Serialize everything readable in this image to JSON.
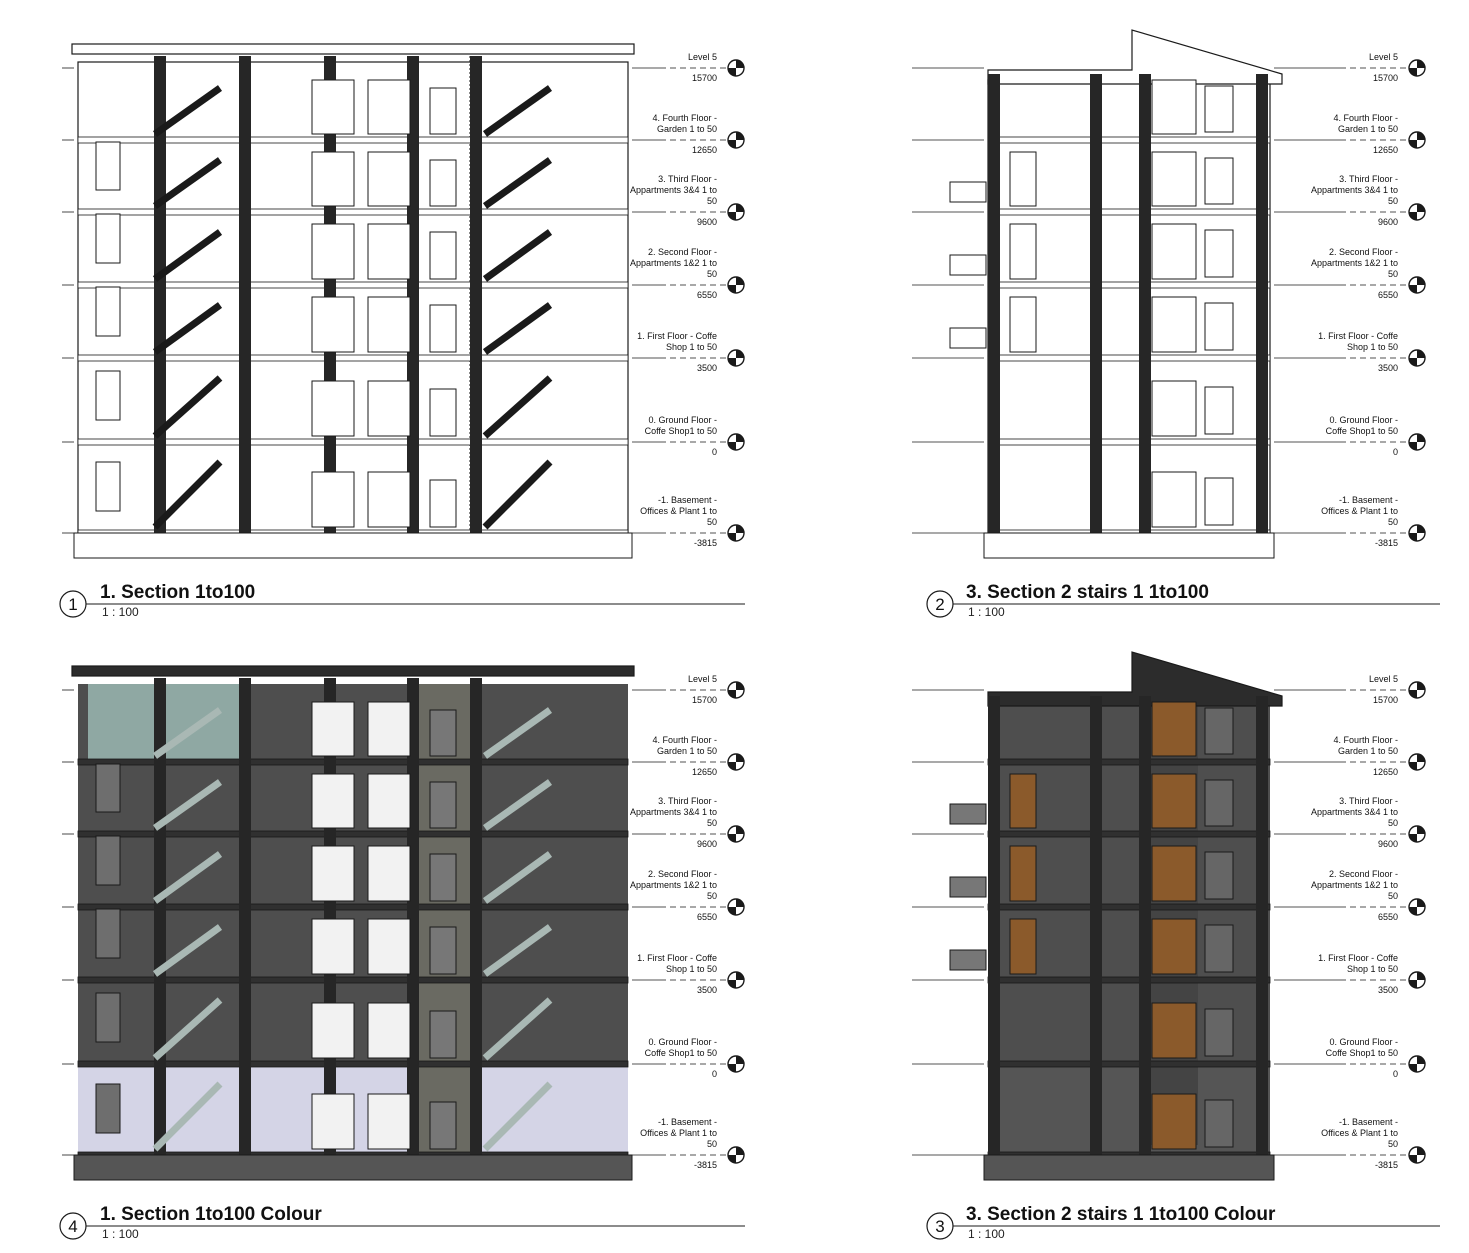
{
  "views": [
    {
      "number": "1",
      "title": "1. Section 1to100",
      "scale": "1 : 100",
      "variant": "line",
      "building": "A"
    },
    {
      "number": "2",
      "title": "3. Section 2 stairs 1 1to100",
      "scale": "1 : 100",
      "variant": "line",
      "building": "B"
    },
    {
      "number": "4",
      "title": "1. Section 1to100 Colour",
      "scale": "1 : 100",
      "variant": "colour",
      "building": "A"
    },
    {
      "number": "3",
      "title": "3. Section 2 stairs 1 1to100 Colour",
      "scale": "1 : 100",
      "variant": "colour",
      "building": "B"
    }
  ],
  "levels": [
    {
      "lines": [
        "Level 5"
      ],
      "elevation": "15700"
    },
    {
      "lines": [
        "4. Fourth Floor -",
        "Garden 1 to 50"
      ],
      "elevation": "12650"
    },
    {
      "lines": [
        "3. Third Floor -",
        "Appartments 3&4 1 to",
        "50"
      ],
      "elevation": "9600"
    },
    {
      "lines": [
        "2. Second Floor -",
        "Appartments 1&2 1 to",
        "50"
      ],
      "elevation": "6550"
    },
    {
      "lines": [
        "1. First Floor - Coffe",
        "Shop 1 to 50"
      ],
      "elevation": "3500"
    },
    {
      "lines": [
        "0. Ground Floor -",
        "Coffe Shop1 to 50"
      ],
      "elevation": "0"
    },
    {
      "lines": [
        "-1. Basement -",
        "Offices & Plant 1 to",
        "50"
      ],
      "elevation": "-3815"
    }
  ],
  "colors": {
    "line_bg": "#ffffff",
    "stroke": "#1a1a1a",
    "column": "#262626",
    "wall_dark": "#4e4e4e",
    "wall_mid": "#5a5a5a",
    "basement_light": "#d4d4e6",
    "glass": "#8fa8a3",
    "timber": "#8b5a2b",
    "concrete_core": "#6a6a62"
  }
}
